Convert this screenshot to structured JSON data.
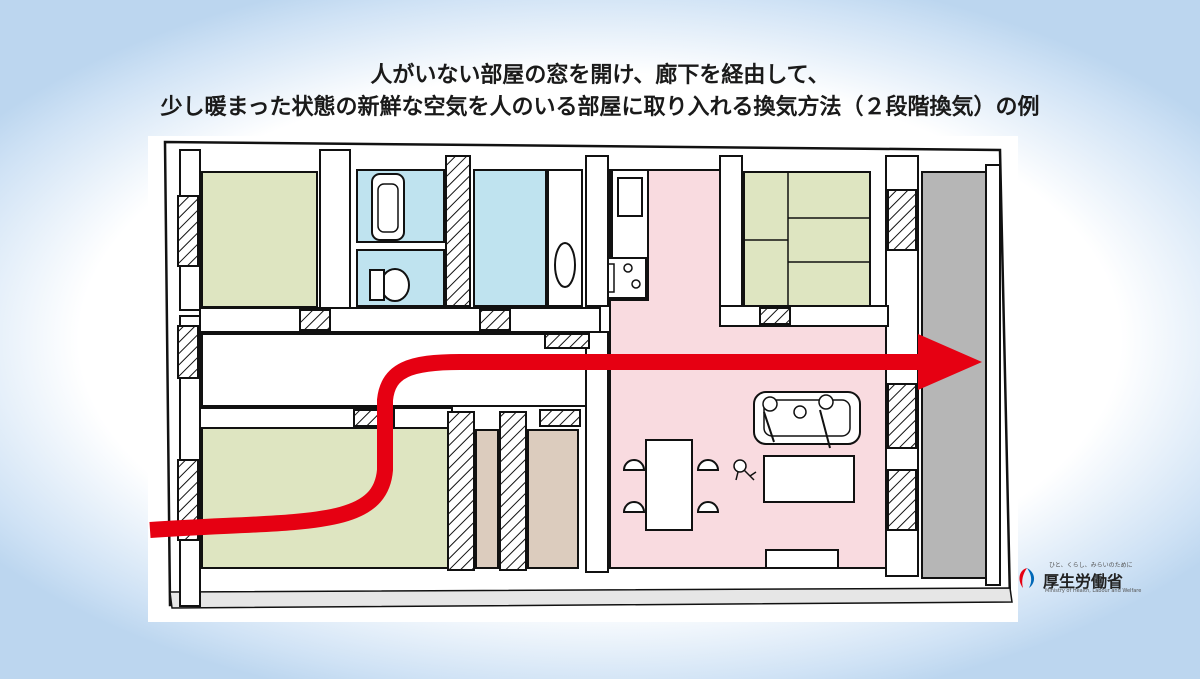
{
  "title": {
    "line1": "人がいない部屋の窓を開け、廊下を経由して、",
    "line2": "少し暖まった状態の新鮮な空気を人のいる部屋に取り入れる換気方法（２段階換気）の例"
  },
  "logo": {
    "tagline": "ひと、くらし、みらいのために",
    "name": "厚生労働省",
    "english": "Ministry of Health, Labour and Welfare"
  },
  "colors": {
    "wall": "#ffffff",
    "outline": "#111111",
    "room_green": "#dee5c1",
    "bath_blue": "#bfe3ef",
    "closet_tan": "#dcccbe",
    "living_pink": "#f9dbe0",
    "balcony_gray": "#b6b6b6",
    "airflow_red": "#e60012"
  },
  "icons": {
    "airflow": "red-arrow-icon",
    "family": "family-on-sofa-icon",
    "baby": "crawling-baby-icon"
  }
}
